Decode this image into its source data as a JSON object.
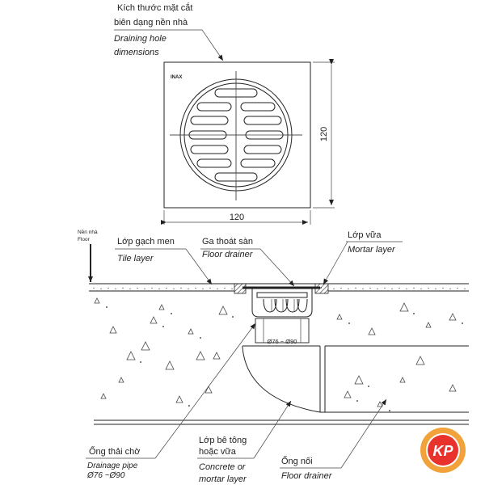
{
  "labels": {
    "draining_hole_vi_1": "Kích thước mặt cắt",
    "draining_hole_vi_2": "biên dạng nền nhà",
    "draining_hole_en_1": "Draining hole",
    "draining_hole_en_2": "dimensions",
    "dim_width": "120",
    "dim_height": "120",
    "floor_vi": "Nền nhà",
    "floor_en": "Floor",
    "tile_vi": "Lớp gạch men",
    "tile_en": "Tile layer",
    "drainer_vi": "Ga thoát sàn",
    "drainer_en": "Floor drainer",
    "mortar_vi": "Lớp vữa",
    "mortar_en": "Mortar layer",
    "pipe_dim": "Ø76 ~ Ø90",
    "drain_pipe_vi": "Ống thải chờ",
    "drain_pipe_en_1": "Drainage pipe",
    "drain_pipe_en_2": "Ø76 ~Ø90",
    "concrete_vi_1": "Lớp bê tông",
    "concrete_vi_2": "hoặc vữa",
    "concrete_en_1": "Concrete or",
    "concrete_en_2": "mortar layer",
    "connector_vi": "Ống nối",
    "connector_en": "Floor drainer",
    "plate_mark": "INAX",
    "logo_text": "KP"
  },
  "colors": {
    "line": "#222222",
    "logo_ring": "#f2a23a",
    "logo_inner": "#e8322c",
    "logo_text": "#1f3c8c"
  }
}
